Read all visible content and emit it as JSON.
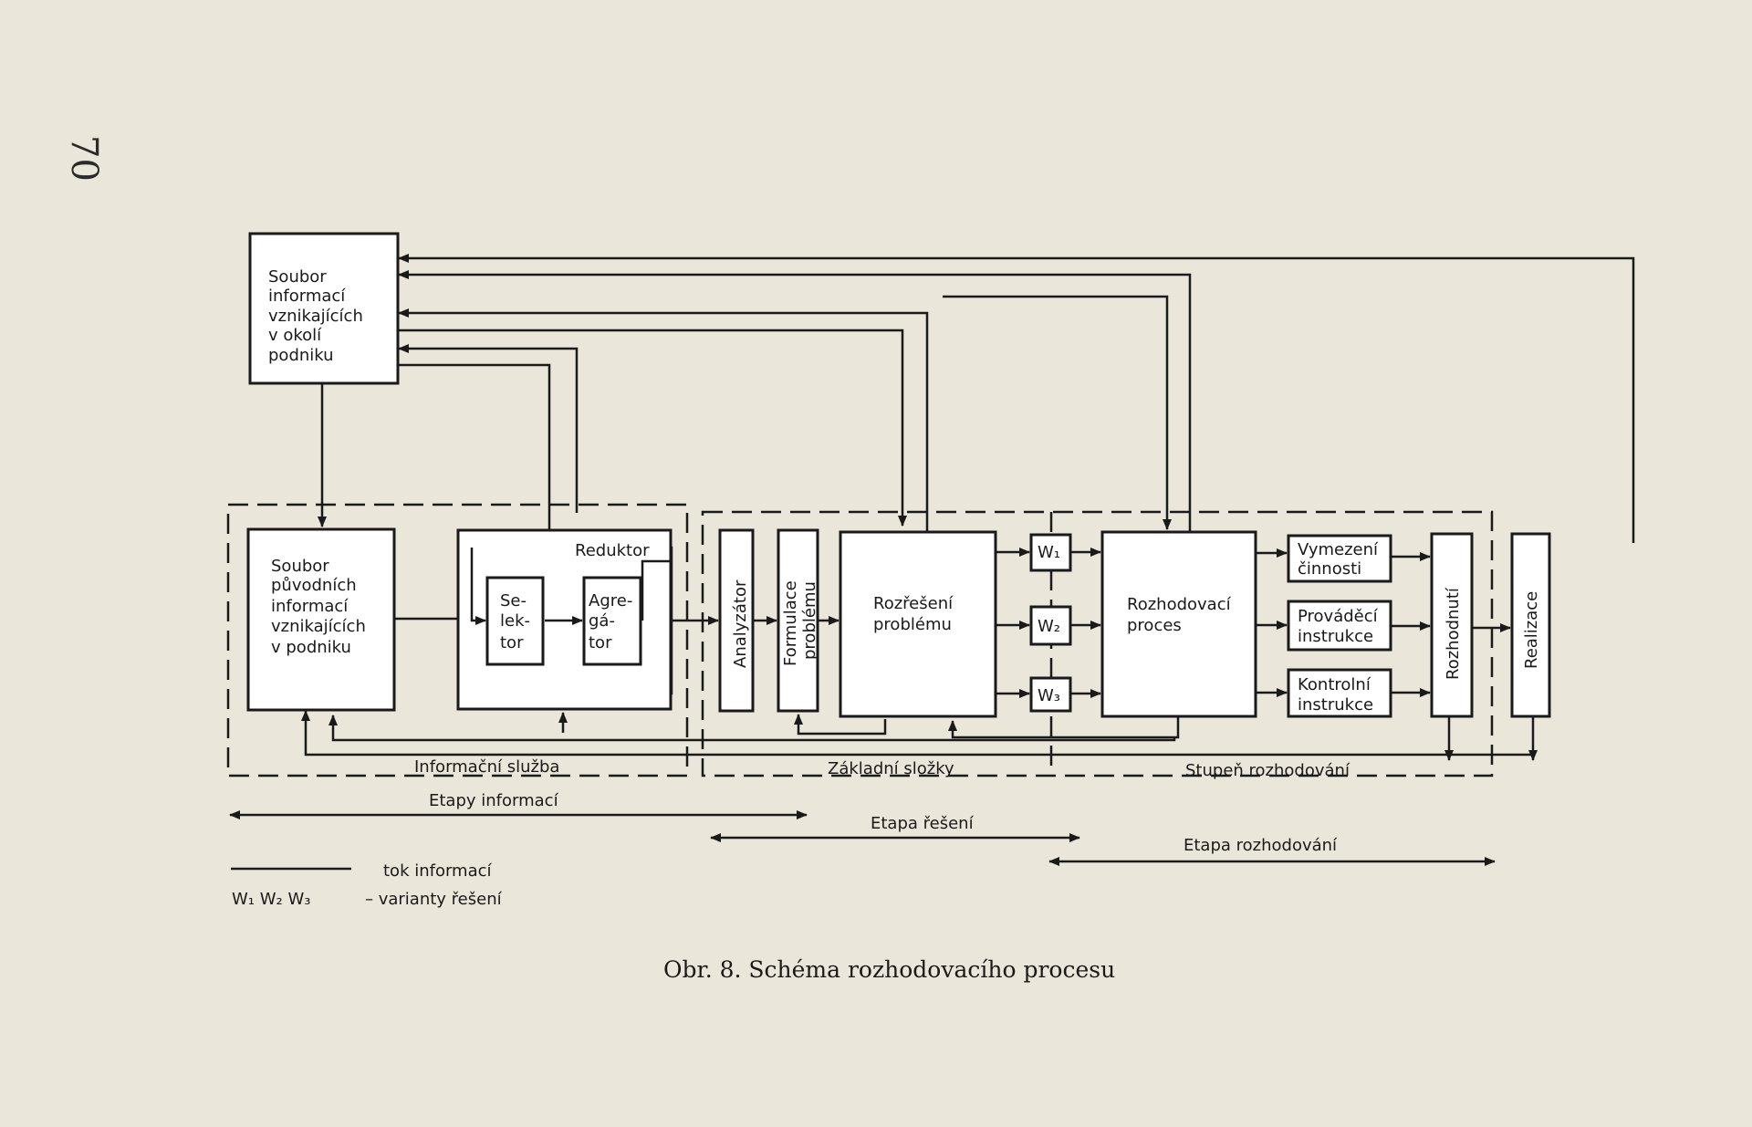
{
  "page_number": "70",
  "boxes": {
    "env": [
      "Soubor",
      "informací",
      "vznikajících",
      "v okolí",
      "podniku"
    ],
    "orig": [
      "Soubor",
      "původních",
      "informací",
      "vznikajících",
      "v podniku"
    ],
    "reduktor": "Reduktor",
    "selektor": [
      "Se-",
      "lek-",
      "tor"
    ],
    "agregator": [
      "Agre-",
      "gá-",
      "tor"
    ],
    "analyzator": "Analyzátor",
    "formulace": [
      "Formulace",
      "problému"
    ],
    "rozreseni": [
      "Rozřešení",
      "problému"
    ],
    "w1": "W₁",
    "w2": "W₂",
    "w3": "W₃",
    "proces": [
      "Rozhodovací",
      "proces"
    ],
    "vymezeni": [
      "Vymezení",
      "činnosti"
    ],
    "provadeci": [
      "Prováděcí",
      "instrukce"
    ],
    "kontrolni": [
      "Kontrolní",
      "instrukce"
    ],
    "rozhodnuti": "Rozhodnutí",
    "realizace": "Realizace"
  },
  "regions": {
    "info": "Informační služba",
    "zakladni": "Základní složky",
    "stupen": "Stupeň rozhodování"
  },
  "stages": {
    "info": "Etapy informací",
    "reseni": "Etapa řešení",
    "rozhodovani": "Etapa rozhodování"
  },
  "legend": {
    "flow": "tok informací",
    "variants_prefix": "W₁  W₂  W₃",
    "variants": "– varianty řešení"
  },
  "caption": "Obr. 8. Schéma rozhodovacího procesu"
}
